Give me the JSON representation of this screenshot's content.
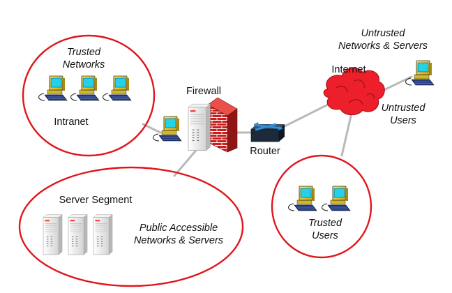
{
  "labels": {
    "trusted_networks": "Trusted\nNetworks",
    "intranet": "Intranet",
    "firewall": "Firewall",
    "router": "Router",
    "internet": "Internet",
    "untrusted_networks": "Untrusted\nNetworks & Servers",
    "untrusted_users": "Untrusted\nUsers",
    "trusted_users": "Trusted\nUsers",
    "server_segment": "Server Segment",
    "public_accessible": "Public Accessible\nNetworks & Servers"
  },
  "colors": {
    "zone_outline": "#e0161b",
    "link_line": "#b9b9b9",
    "cloud_fill": "#ec1f2a",
    "firewall_brick": "#c8201e",
    "monitor_screen": "#23d2e6",
    "router_body": "#1d2a3a",
    "router_arrows": "#2f8fd8"
  },
  "icons": [
    "workstation-icon",
    "server-tower-icon",
    "firewall-wall-icon",
    "router-icon",
    "internet-cloud-icon"
  ]
}
